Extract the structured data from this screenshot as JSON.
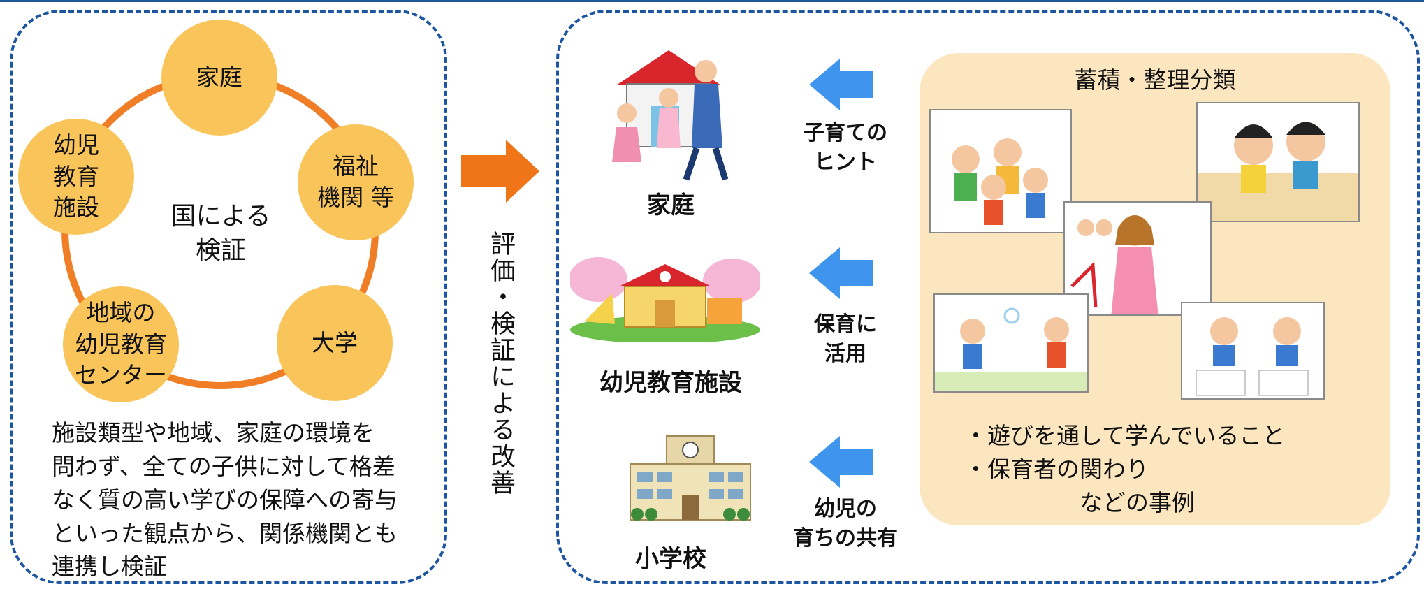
{
  "left": {
    "nodes": {
      "home": "家庭",
      "welfare": "福祉\n機関 等",
      "university": "大学",
      "regional_center": "地域の\n幼児教育\nセンター",
      "facility": "幼児\n教育\n施設"
    },
    "center_label": "国による\n検証",
    "description": "施設類型や地域、家庭の環境を\n問わず、全ての子供に対して格差\nなく質の高い学びの保障への寄与\nといった観点から、関係機関とも\n連携し検証"
  },
  "middle": {
    "vertical_label": "評価・検証による改善"
  },
  "right": {
    "targets": [
      {
        "label": "家庭"
      },
      {
        "label": "幼児教育施設"
      },
      {
        "label": "小学校"
      }
    ],
    "flows": [
      {
        "label": "子育ての\nヒント"
      },
      {
        "label": "保育に\n活用"
      },
      {
        "label": "幼児の\n育ちの共有"
      }
    ],
    "accumulation": {
      "title": "蓄積・整理分類",
      "notes": [
        "・遊びを通して学んでいること",
        "・保育者の関わり",
        "　　　　　などの事例"
      ]
    }
  },
  "colors": {
    "dashed_border": "#1d55a0",
    "circle_fill": "#f9c55b",
    "ring": "#f07e26",
    "main_arrow": "#f07418",
    "flow_arrow": "#3f95ee",
    "panel": "#fbe6bf"
  }
}
